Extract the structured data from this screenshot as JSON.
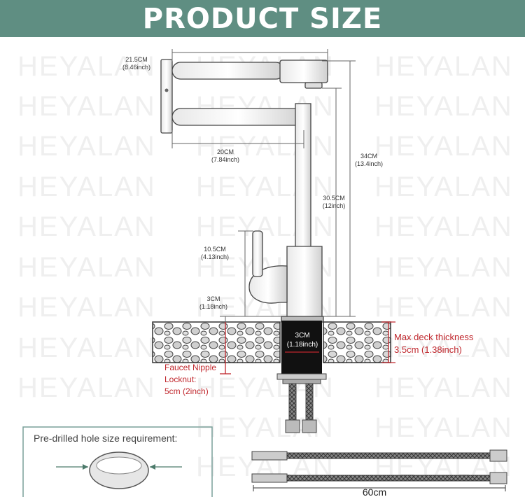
{
  "title": "PRODUCT SIZE",
  "watermark": "HEYALAN",
  "dimensions": {
    "top_width": {
      "metric": "21.5CM",
      "imperial": "(8.46inch)"
    },
    "arm_length": {
      "metric": "20CM",
      "imperial": "(7.84inch)"
    },
    "total_height": {
      "metric": "34CM",
      "imperial": "(13.4inch)"
    },
    "spout_height": {
      "metric": "30.5CM",
      "imperial": "(12inch)"
    },
    "handle_height": {
      "metric": "10.5CM",
      "imperial": "(4.13inch)"
    },
    "base_height": {
      "metric": "3CM",
      "imperial": "(1.18inch)"
    },
    "nipple_width": {
      "metric": "3CM",
      "imperial": "(1.18inch)"
    }
  },
  "deck": {
    "label": "Max deck thickness",
    "value": "3.5cm (1.38inch)"
  },
  "nipple": {
    "line1": "Faucet Nipple",
    "line2": "Locknut:",
    "value": "5cm (2inch)"
  },
  "hole_box": {
    "label": "Pre-drilled hole size requirement:"
  },
  "hose": {
    "length": "60cm"
  },
  "colors": {
    "banner": "#5f8e82",
    "red": "#c0272d",
    "line": "#555555"
  }
}
